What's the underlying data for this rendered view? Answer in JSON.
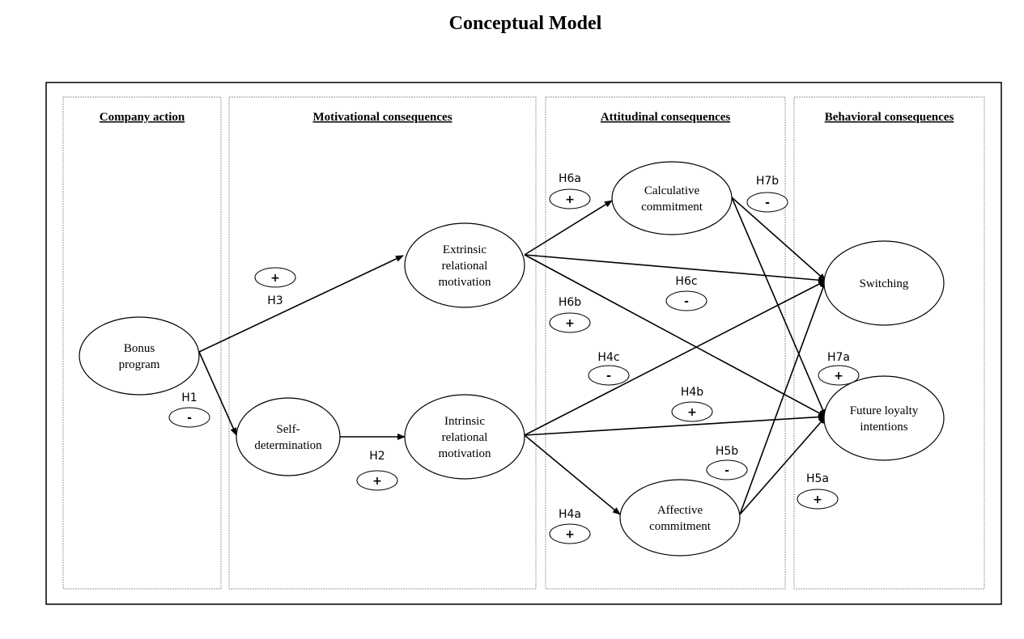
{
  "title": "Conceptual Model",
  "panels": [
    {
      "header": "Company action"
    },
    {
      "header": "Motivational consequences"
    },
    {
      "header": "Attitudinal consequences"
    },
    {
      "header": "Behavioral consequences"
    }
  ],
  "nodes": {
    "bonus": [
      "Bonus",
      "program"
    ],
    "extrinsic": [
      "Extrinsic",
      "relational",
      "motivation"
    ],
    "self": [
      "Self-",
      "determination"
    ],
    "intrinsic": [
      "Intrinsic",
      "relational",
      "motivation"
    ],
    "calculative": [
      "Calculative",
      "commitment"
    ],
    "affective": [
      "Affective",
      "commitment"
    ],
    "switching": [
      "Switching"
    ],
    "future": [
      "Future loyalty",
      "intentions"
    ]
  },
  "hypotheses": [
    {
      "id": "H3",
      "sign": "+"
    },
    {
      "id": "H1",
      "sign": "-"
    },
    {
      "id": "H2",
      "sign": "+"
    },
    {
      "id": "H6a",
      "sign": "+"
    },
    {
      "id": "H7b",
      "sign": "-"
    },
    {
      "id": "H6c",
      "sign": "-"
    },
    {
      "id": "H6b",
      "sign": "+"
    },
    {
      "id": "H4c",
      "sign": "-"
    },
    {
      "id": "H4b",
      "sign": "+"
    },
    {
      "id": "H7a",
      "sign": "+"
    },
    {
      "id": "H5b",
      "sign": "-"
    },
    {
      "id": "H5a",
      "sign": "+"
    },
    {
      "id": "H4a",
      "sign": "+"
    }
  ]
}
